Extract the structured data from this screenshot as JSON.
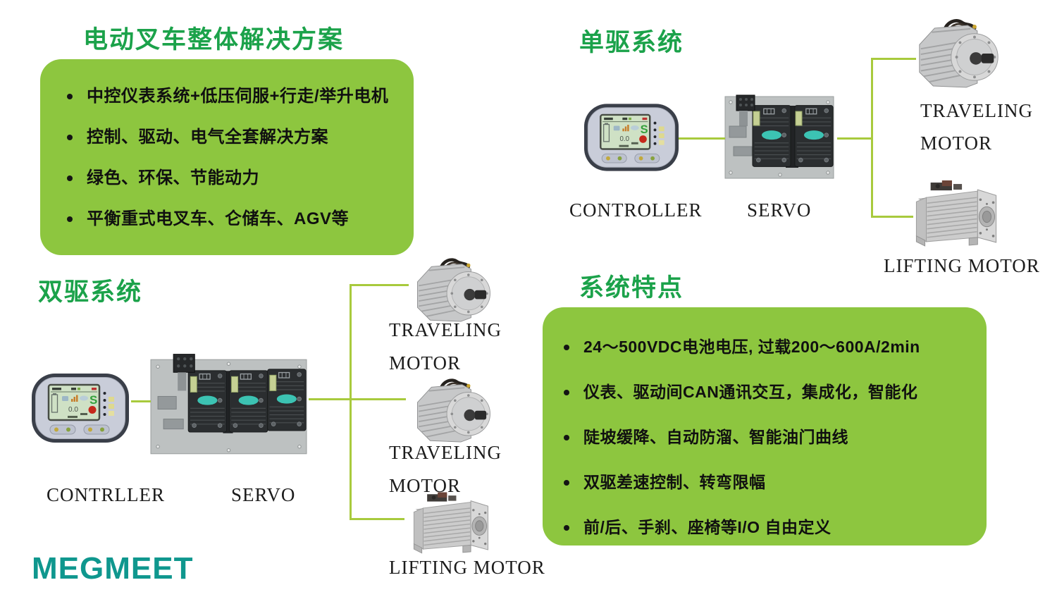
{
  "colors": {
    "heading_green": "#1ba24a",
    "panel_green": "#8dc63f",
    "connector_green": "#a8ca3d",
    "logo_teal": "#0f978e",
    "module_teal": "#3cc3b3"
  },
  "logo": "MEGMEET",
  "solution": {
    "title": "电动叉车整体解决方案",
    "bullets": [
      "中控仪表系统+低压伺服+行走/举升电机",
      "控制、驱动、电气全套解决方案",
      "绿色、环保、节能动力",
      "平衡重式电叉车、仑储车、AGV等"
    ]
  },
  "single_drive": {
    "title": "单驱系统",
    "controller": "CONTROLLER",
    "servo": "SERVO"
  },
  "dual_drive": {
    "title": "双驱系统",
    "controller": "CONTRLLER",
    "servo": "SERVO"
  },
  "motor_labels": {
    "traveling_line1": "TRAVELING",
    "traveling_line2": "MOTOR",
    "lifting": "LIFTING MOTOR"
  },
  "features": {
    "title": "系统特点",
    "bullets": [
      "24～500VDC电池电压, 过载200～600A/2min",
      "仪表、驱动间CAN通讯交互，集成化，智能化",
      "陡坡缓降、自动防溜、智能油门曲线",
      "双驱差速控制、转弯限幅",
      "前/后、手刹、座椅等I/O 自由定义"
    ]
  },
  "device_screen": {
    "mode": "S",
    "reading": "0.0"
  }
}
